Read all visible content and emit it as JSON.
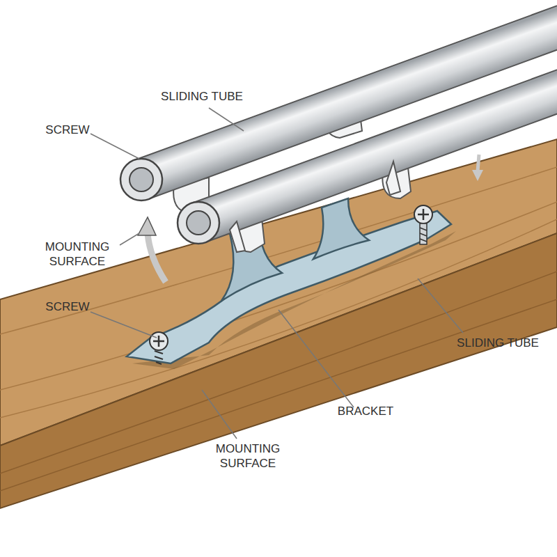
{
  "diagram": {
    "labels": [
      "SLIDING TUBE",
      "SCREW",
      "MOUNTING SURFACE",
      "SCREW",
      "SLIDING TUBE",
      "BRACKET",
      "MOUNTING SURFACE"
    ]
  }
}
